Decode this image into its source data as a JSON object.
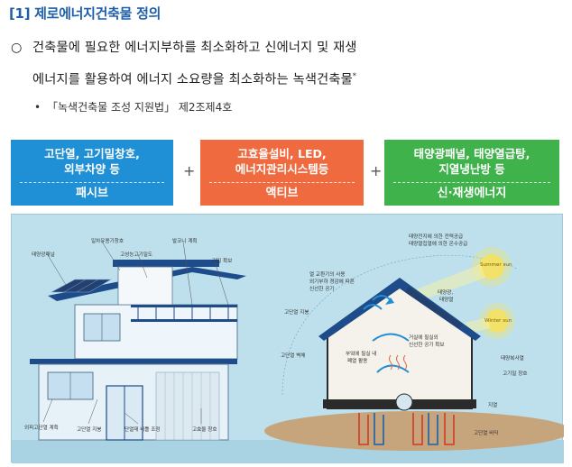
{
  "header": {
    "title": "[1] 제로에너지건축물 정의"
  },
  "definition": {
    "bullet": "○",
    "line1": "건축물에 필요한 에너지부하를 최소화하고 신에너지 및 재생",
    "line2": "에너지를 활용하여 에너지 소요량을 최소화하는 녹색건축물",
    "mark": "*"
  },
  "footnote": {
    "dot": "•",
    "text": "「녹색건축물 조성 지원법」 제2조제4호"
  },
  "boxes": [
    {
      "line1": "고단열, 고기밀창호,",
      "line2": "외부차양 등",
      "label": "패시브",
      "color": "#1f8fd6"
    },
    {
      "line1": "고효율설비, LED,",
      "line2": "에너지관리시스템등",
      "label": "액티브",
      "color": "#f06a3f"
    },
    {
      "line1": "태양광패널, 태양열급탕,",
      "line2": "지열냉난방 등",
      "label": "신·재생에너지",
      "color": "#3fb24b"
    }
  ],
  "plus": "+",
  "illustration": {
    "left_labels": {
      "solar_panel": "태양광패널",
      "window_glass": "일차유용기창호",
      "high_airtight": "고성능고기밀도",
      "balcony": "발코니 계획",
      "window": "기밀 확보",
      "exterior_insulation": "외피고단열 계획",
      "insulation_roof": "고단열 지붕",
      "insulation_door": "단열재 비틀 조정",
      "insulation_floor": "고효율 창호"
    },
    "right_labels": {
      "sun_summer": "태양전지에 의한 전력공급",
      "sun_summer2": "태양열집열에 의한 온수공급",
      "summer": "Summer sun",
      "winter": "Winter sun",
      "solar_top": "태양광,",
      "solar_top2": "태양열",
      "vent": "열 교환기의 사용",
      "vent2": "외기부하 경감에 따른",
      "vent3": "신선한 공기",
      "insul_roof": "고단열 지붕",
      "insul_wall": "고단열 벽체",
      "heat": "거실에 필실외",
      "heat2": "신선한 공기 확보",
      "floor_heat": "부엌에 필실 내",
      "floor_heat2": "폐열 활용",
      "solar_gain": "태양복사열",
      "shade": "고기밀 창호",
      "ground": "지열",
      "floor": "고단열 바닥"
    }
  }
}
